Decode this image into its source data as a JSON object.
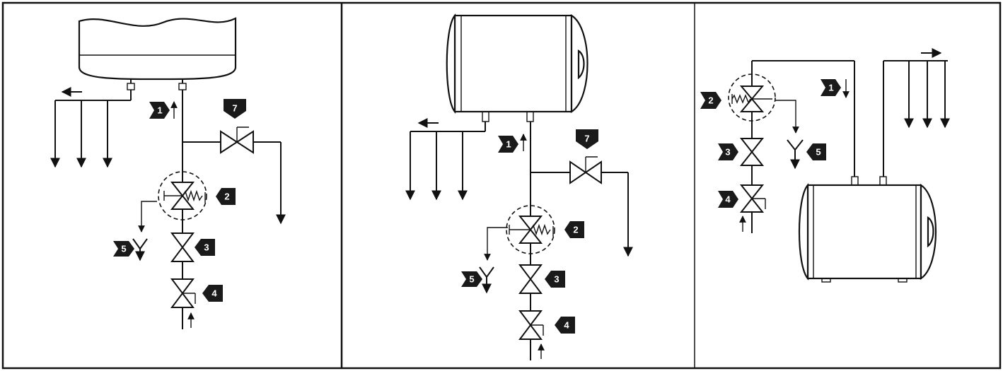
{
  "labels": {
    "expansion_line": "1",
    "safety_valve": "2",
    "shutoff_valve": "3",
    "check_valve": "4",
    "drain": "5",
    "drain_valve": "7"
  },
  "colors": {
    "ink": "#111111",
    "badge": "#1a1a1a",
    "background": "#ffffff"
  }
}
